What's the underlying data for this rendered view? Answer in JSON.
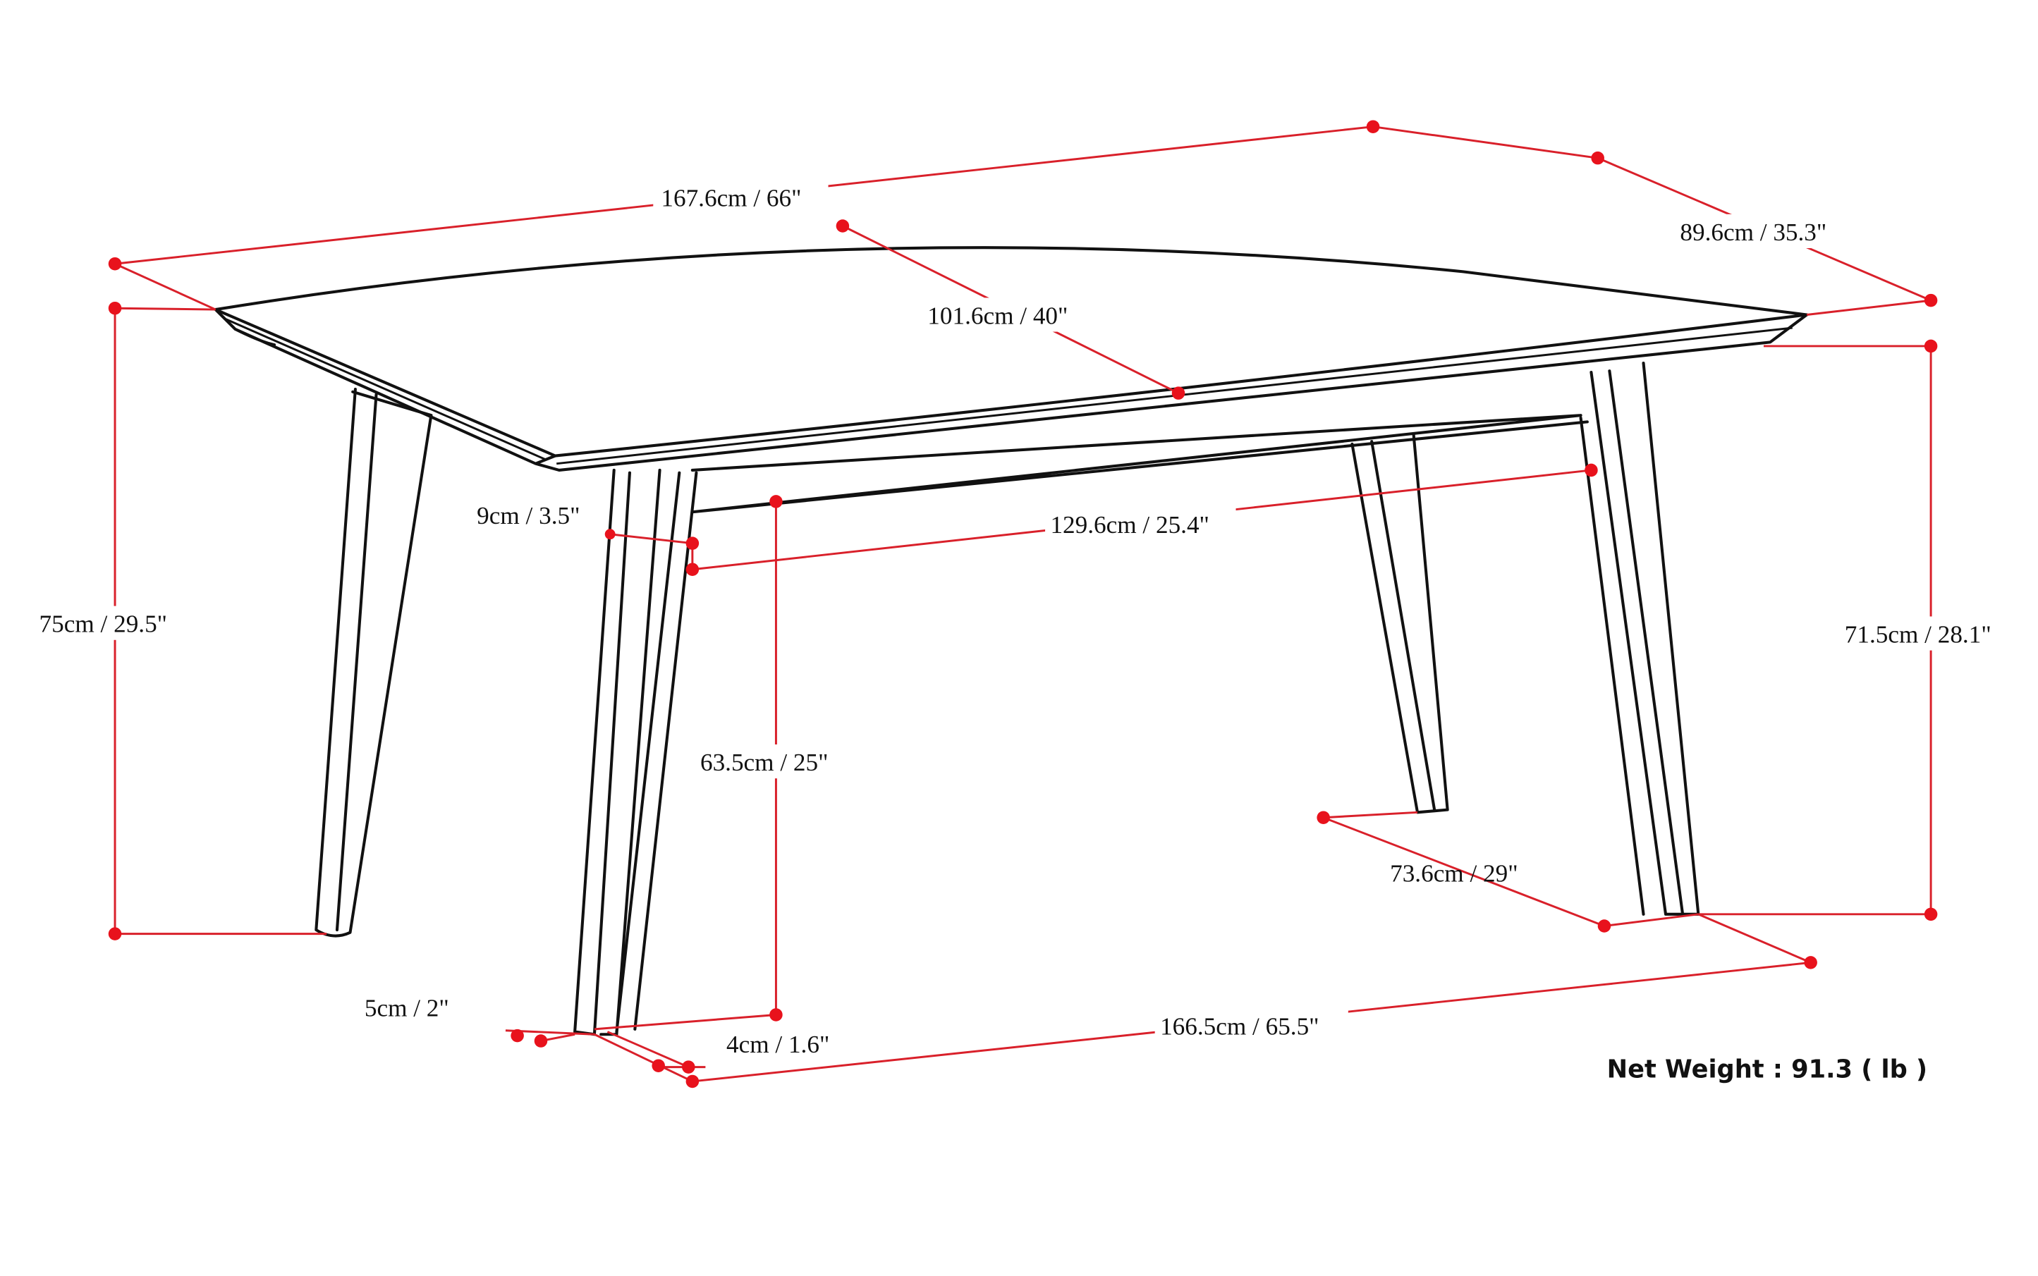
{
  "diagram": {
    "subject": "dining table",
    "colors": {
      "outline": "#111111",
      "dimension_line": "#d9202a",
      "dimension_point": "#e8121c",
      "background": "#ffffff"
    },
    "dimensions": {
      "top_length": "167.6cm / 66\"",
      "top_depth": "89.6cm / 35.3\"",
      "top_center_depth": "101.6cm / 40\"",
      "total_height": "75cm / 29.5\"",
      "apron_to_floor_height": "71.5cm / 28.1\"",
      "apron_height": "9cm / 3.5\"",
      "between_legs_length": "129.6cm / 25.4\"",
      "leg_clearance_height": "63.5cm / 25\"",
      "leg_spread_depth": "73.6cm / 29\"",
      "leg_spread_length": "166.5cm / 65.5\"",
      "leg_foot_width": "5cm / 2\"",
      "leg_foot_depth": "4cm / 1.6\""
    },
    "net_weight": "Net Weight : 91.3 ( lb )"
  }
}
